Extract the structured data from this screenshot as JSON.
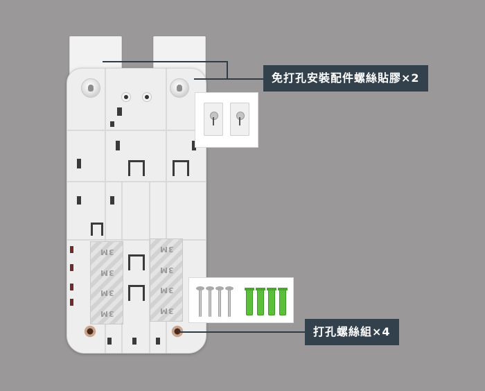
{
  "labels": {
    "top": "免打孔安裝配件螺絲貼膠×2",
    "bottom": "打孔螺絲組×4"
  },
  "tape_text": "3M",
  "colors": {
    "background": "#9a9898",
    "label_bg": "#33414d",
    "label_text": "#ffffff",
    "plate": "#eeeeee",
    "anchor_green": "#5cbf3c"
  }
}
